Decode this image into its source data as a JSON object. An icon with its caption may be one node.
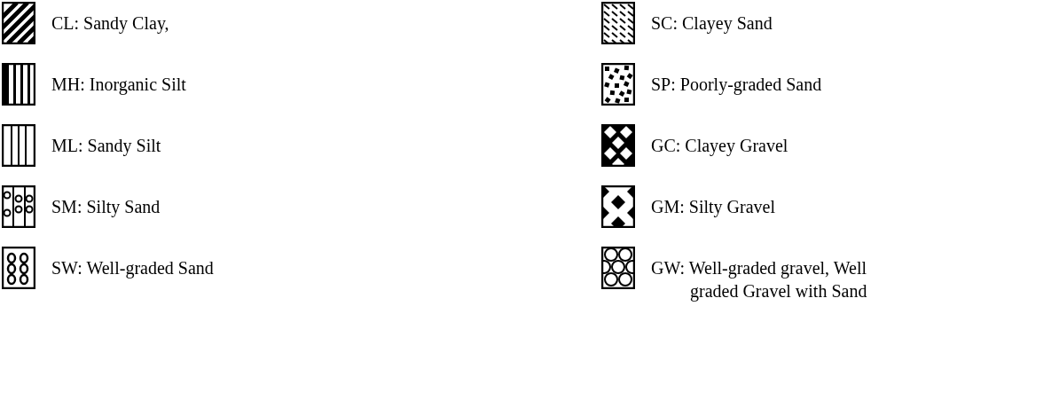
{
  "diagram": {
    "legend": [
      {
        "text": "CL: Sandy Clay,"
      },
      {
        "text": "MH: Inorganic Silt"
      },
      {
        "text": "ML: Sandy Silt"
      },
      {
        "text": "SM: Silty Sand"
      },
      {
        "text": "SW: Well-graded Sand"
      },
      {
        "text": "SC: Clayey Sand"
      },
      {
        "text": "SP: Poorly-graded Sand"
      },
      {
        "text": "GC: Clayey Gravel"
      },
      {
        "text": "GM: Silty Gravel"
      },
      {
        "text": "GW: Well-graded gravel, Well graded Gravel with Sand"
      }
    ]
  }
}
